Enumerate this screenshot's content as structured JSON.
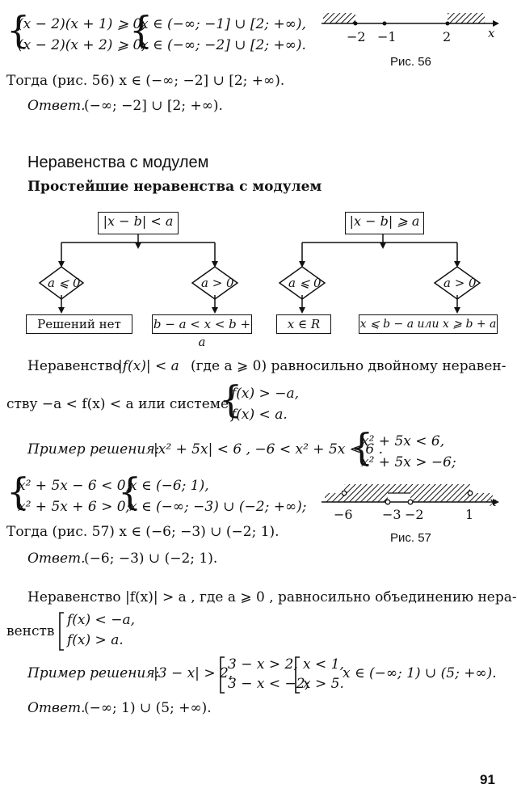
{
  "top": {
    "sys1_line1": "(x − 2)(x + 1) ⩾ 0,",
    "sys1_line2": "(x − 2)(x + 2) ⩾ 0;",
    "sys2_line1": "x ∈ (−∞; −1] ∪ [2; +∞),",
    "sys2_line2": "x ∈ (−∞; −2] ∪ [2; +∞).",
    "then_text": "Тогда (рис. 56)  x ∈ (−∞; −2] ∪ [2; +∞).",
    "answer_label": "Ответ.",
    "answer_value": "(−∞; −2] ∪ [2; +∞).",
    "fig56": {
      "caption": "Рис. 56",
      "ticks": [
        "−2",
        "−1",
        "2"
      ],
      "axis": "x"
    }
  },
  "section": {
    "title": "Неравенства с модулем",
    "subtitle": "Простейшие неравенства с модулем"
  },
  "flow_left": {
    "top": "|x − b| < a",
    "cond_left": "a ⩽ 0",
    "cond_right": "a > 0",
    "res_left": "Решений нет",
    "res_right": "b − a < x < b + a"
  },
  "flow_right": {
    "top": "|x − b| ⩾ a",
    "cond_left": "a ⩽ 0",
    "cond_right": "a > 0",
    "res_left": "x ∈ R",
    "res_right": "x ⩽ b − a или x ⩾ b + a"
  },
  "para1": {
    "line1_a": "Неравенство",
    "line1_b": "|f(x)| < a",
    "line1_c": "(где a ⩾ 0) равносильно двойному неравен-",
    "line2_a": "ству −a < f(x) < a  или системе",
    "sys_1": "f(x) > −a,",
    "sys_2": "f(x) < a."
  },
  "example1": {
    "label": "Пример решения:",
    "text": "|x² + 5x| < 6 ,  −6 < x² + 5x < 6 .",
    "sys_1": "x² + 5x < 6,",
    "sys_2": "x² + 5x > −6;",
    "sysb_1": "x² + 5x − 6 < 0,",
    "sysb_2": "x² + 5x + 6 > 0;",
    "sysc_1": "x ∈ (−6; 1),",
    "sysc_2": "x ∈ (−∞; −3) ∪ (−2; +∞);",
    "then_text": "Тогда (рис. 57)  x ∈ (−6; −3) ∪ (−2; 1).",
    "answer_label": "Ответ.",
    "answer_value": "(−6; −3) ∪ (−2; 1).",
    "fig57": {
      "caption": "Рис. 57",
      "ticks": [
        "−6",
        "−3",
        "−2",
        "1"
      ],
      "axis": "x"
    }
  },
  "para2": {
    "line1": "Неравенство  |f(x)| > a ,  где  a ⩾ 0 , равносильно объединению нера-",
    "line2_a": "венств",
    "set_1": "f(x) < −a,",
    "set_2": "f(x) > a."
  },
  "example2": {
    "label": "Пример решения:",
    "text": "|3 − x| > 2,",
    "set_1": "3 − x > 2,",
    "set_2": "3 − x < −2;",
    "setb_1": "x < 1,",
    "setb_2": "x > 5.",
    "result": "x ∈ (−∞; 1) ∪ (5; +∞).",
    "answer_label": "Ответ.",
    "answer_value": "(−∞; 1) ∪ (5; +∞)."
  },
  "page_number": "91"
}
